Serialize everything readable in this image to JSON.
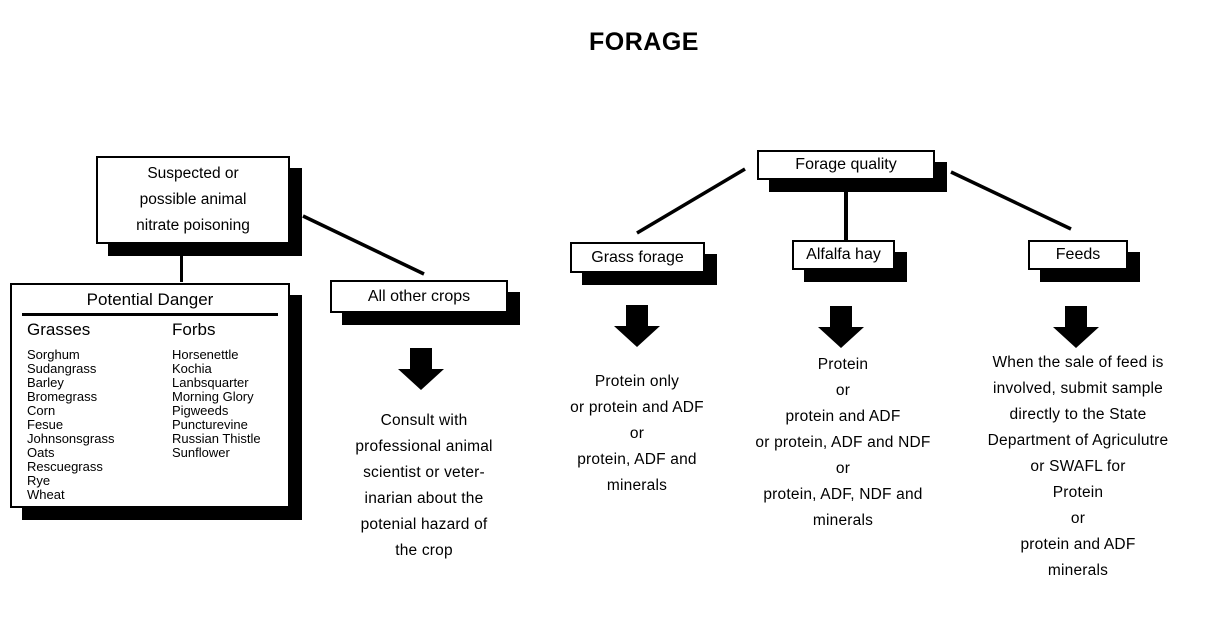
{
  "title": "FORAGE",
  "colors": {
    "ink": "#000000",
    "background": "#ffffff"
  },
  "left_branch": {
    "root_box": {
      "text": "Suspected or\npossible animal\nnitrate poisoning"
    },
    "danger_box": {
      "title": "Potential Danger",
      "columns": [
        {
          "header": "Grasses",
          "items": [
            "Sorghum",
            "Sudangrass",
            "Barley",
            "Bromegrass",
            "Corn",
            "Fesue",
            "Johnsonsgrass",
            "Oats",
            "Rescuegrass",
            "Rye",
            "Wheat"
          ]
        },
        {
          "header": "Forbs",
          "items": [
            "Horsenettle",
            "Kochia",
            "Lanbsquarter",
            "Morning Glory",
            "Pigweeds",
            "Puncturevine",
            "Russian Thistle",
            "Sunflower"
          ]
        }
      ]
    },
    "other_crops_box": {
      "label": "All other crops"
    },
    "consult_text": "Consult with\nprofessional animal\nscientist or veter-\ninarian about the\npotenial hazard of\nthe crop"
  },
  "right_branch": {
    "root_box": {
      "label": "Forage quality"
    },
    "children": [
      {
        "box": "Grass forage",
        "text": "Protein only\nor protein and ADF\nor\nprotein, ADF and\nminerals"
      },
      {
        "box": "Alfalfa hay",
        "text": "Protein\nor\nprotein and ADF\nor protein, ADF and NDF\nor\nprotein, ADF, NDF and\nminerals"
      },
      {
        "box": "Feeds",
        "text": "When the sale of feed is\ninvolved, submit sample\ndirectly to the State\nDepartment of Agriculutre\nor SWAFL for\nProtein\nor\nprotein and ADF\nminerals"
      }
    ]
  }
}
